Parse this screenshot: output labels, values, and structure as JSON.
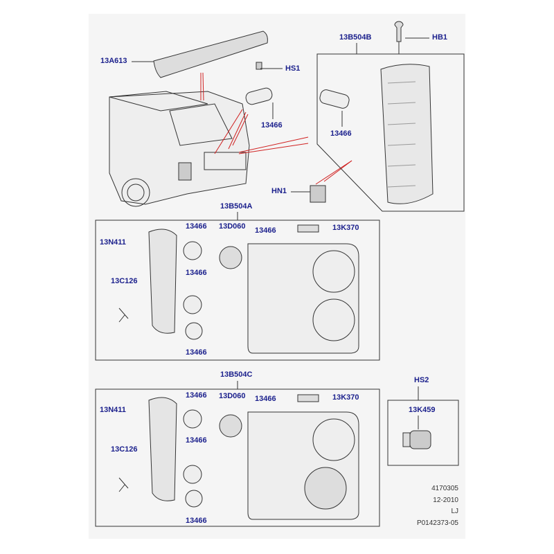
{
  "labels": {
    "a13A613": "13A613",
    "hs1": "HS1",
    "b13B504B": "13B504B",
    "hb1": "HB1",
    "c13466_1": "13466",
    "c13466_2": "13466",
    "hn1": "HN1",
    "b13B504A": "13B504A",
    "a_13N411": "13N411",
    "a_13466_a": "13466",
    "a_13D060": "13D060",
    "a_13466_b": "13466",
    "a_13K370": "13K370",
    "a_13466_c": "13466",
    "a_13C126": "13C126",
    "a_13466_d": "13466",
    "b13B504C": "13B504C",
    "c_13N411": "13N411",
    "c_13466_a": "13466",
    "c_13D060": "13D060",
    "c_13466_b": "13466",
    "c_13K370": "13K370",
    "c_13466_c": "13466",
    "c_13C126": "13C126",
    "c_13466_d": "13466",
    "hs2": "HS2",
    "k13K459": "13K459"
  },
  "footer": {
    "code": "4170305",
    "date": "12-2010",
    "initials": "LJ",
    "ref": "P0142373-05"
  },
  "colors": {
    "label": "#1a1f8c",
    "leader": "#d02020"
  }
}
